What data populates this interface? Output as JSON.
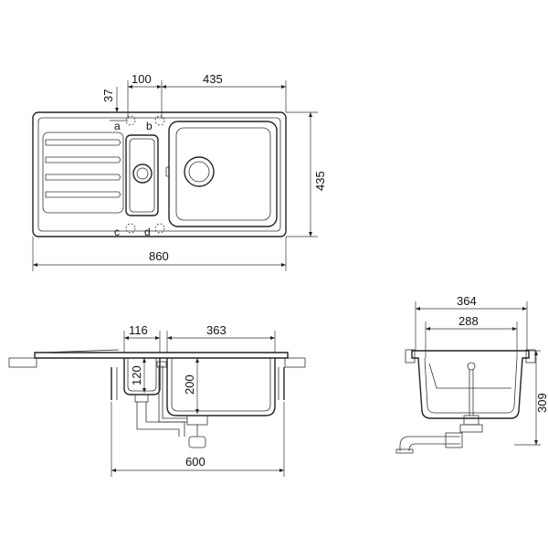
{
  "top_view": {
    "dimensions": {
      "bowl_offset": "37",
      "drainer_width": "100",
      "bowl_width": "435",
      "height": "435",
      "total_width": "860"
    },
    "corners": {
      "a": "a",
      "b": "b",
      "c": "c",
      "d": "d"
    }
  },
  "front_view": {
    "dimensions": {
      "small_bowl_width": "116",
      "main_bowl_width": "363",
      "small_bowl_depth": "120",
      "main_bowl_depth": "200",
      "cabinet_width": "600"
    }
  },
  "side_view": {
    "dimensions": {
      "outer_width": "364",
      "inner_width": "288",
      "depth": "309"
    }
  }
}
